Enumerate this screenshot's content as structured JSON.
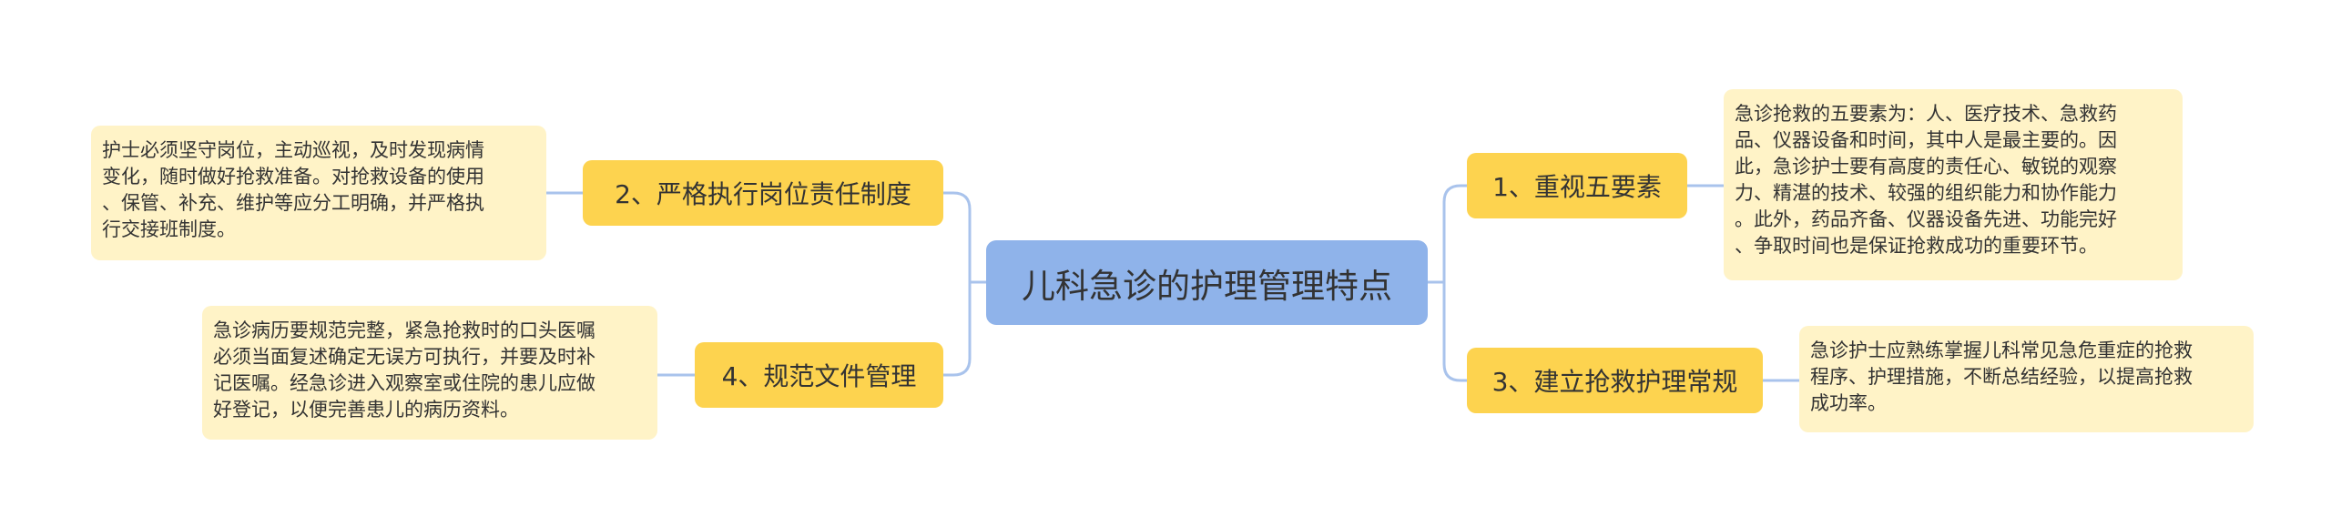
{
  "root": {
    "label": "儿科急诊的护理管理特点"
  },
  "topics": [
    {
      "label": "1、重视五要素",
      "note": [
        "急诊抢救的五要素为：人、医疗技术、急救药",
        "品、仪器设备和时间，其中人是最主要的。因",
        "此，急诊护士要有高度的责任心、敏锐的观察",
        "力、精湛的技术、较强的组织能力和协作能力",
        "。此外，药品齐备、仪器设备先进、功能完好",
        "、争取时间也是保证抢救成功的重要环节。"
      ]
    },
    {
      "label": "2、严格执行岗位责任制度",
      "note": [
        "护士必须坚守岗位，主动巡视，及时发现病情",
        "变化，随时做好抢救准备。对抢救设备的使用",
        "、保管、补充、维护等应分工明确，并严格执",
        "行交接班制度。"
      ]
    },
    {
      "label": "3、建立抢救护理常规",
      "note": [
        "急诊护士应熟练掌握儿科常见急危重症的抢救",
        "程序、护理措施，不断总结经验，以提高抢救",
        "成功率。"
      ]
    },
    {
      "label": "4、规范文件管理",
      "note": [
        "急诊病历要规范完整，紧急抢救时的口头医嘱",
        "必须当面复述确定无误方可执行，并要及时补",
        "记医嘱。经急诊进入观察室或住院的患儿应做",
        "好登记，以便完善患儿的病历资料。"
      ]
    }
  ],
  "colors": {
    "root": "#8fb3ea",
    "topic": "#fdd34f",
    "note": "#fff3c7",
    "link": "#a9c3ec"
  }
}
